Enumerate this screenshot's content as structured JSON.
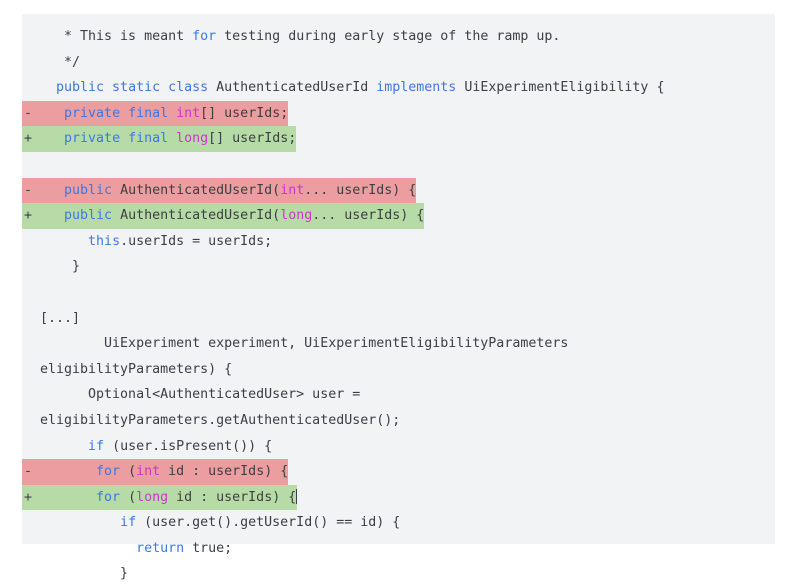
{
  "view": {
    "kind": "code-diff-snippet",
    "language": "java",
    "background_color": "#ffffff",
    "block_background_color": "#f1f3f4",
    "text_color": "#3c4043",
    "keyword_color": "#3b78e7",
    "type_color": "#d033d0",
    "deleted_line_color": "#eb9da0",
    "added_line_color": "#b6dba7"
  },
  "code": {
    "lines": [
      {
        "marker": "",
        "kind": "context",
        "text": "   * This is meant for testing during early stage of the ramp up.",
        "tokens": [
          {
            "t": "   * This is meant ",
            "c": "plain"
          },
          {
            "t": "for",
            "c": "kw"
          },
          {
            "t": " testing during early stage of the ramp up.",
            "c": "plain"
          }
        ]
      },
      {
        "marker": "",
        "kind": "context",
        "text": "   */",
        "tokens": [
          {
            "t": "   */",
            "c": "plain"
          }
        ]
      },
      {
        "marker": "",
        "kind": "context",
        "text": "  public static class AuthenticatedUserId implements UiExperimentEligibility {",
        "tokens": [
          {
            "t": "  ",
            "c": "plain"
          },
          {
            "t": "public static class",
            "c": "kw"
          },
          {
            "t": " AuthenticatedUserId ",
            "c": "plain"
          },
          {
            "t": "implements",
            "c": "kw"
          },
          {
            "t": " UiExperimentEligibility {",
            "c": "plain"
          }
        ]
      },
      {
        "marker": "-",
        "kind": "deleted",
        "text": "    private final int[] userIds;",
        "tokens": [
          {
            "t": "    ",
            "c": "plain"
          },
          {
            "t": "private final",
            "c": "kw"
          },
          {
            "t": " ",
            "c": "plain"
          },
          {
            "t": "int",
            "c": "type"
          },
          {
            "t": "[] userIds;",
            "c": "plain"
          }
        ]
      },
      {
        "marker": "+",
        "kind": "added",
        "text": "    private final long[] userIds;",
        "tokens": [
          {
            "t": "    ",
            "c": "plain"
          },
          {
            "t": "private final",
            "c": "kw"
          },
          {
            "t": " ",
            "c": "plain"
          },
          {
            "t": "long",
            "c": "type"
          },
          {
            "t": "[] userIds;",
            "c": "plain"
          }
        ]
      },
      {
        "marker": "",
        "kind": "blank",
        "text": "",
        "tokens": [
          {
            "t": "",
            "c": "plain"
          }
        ]
      },
      {
        "marker": "-",
        "kind": "deleted",
        "text": "    public AuthenticatedUserId(int... userIds) {",
        "tokens": [
          {
            "t": "    ",
            "c": "plain"
          },
          {
            "t": "public",
            "c": "kw"
          },
          {
            "t": " AuthenticatedUserId(",
            "c": "plain"
          },
          {
            "t": "int",
            "c": "type"
          },
          {
            "t": "... userIds) {",
            "c": "plain"
          }
        ]
      },
      {
        "marker": "+",
        "kind": "added",
        "text": "    public AuthenticatedUserId(long... userIds) {",
        "tokens": [
          {
            "t": "    ",
            "c": "plain"
          },
          {
            "t": "public",
            "c": "kw"
          },
          {
            "t": " AuthenticatedUserId(",
            "c": "plain"
          },
          {
            "t": "long",
            "c": "type"
          },
          {
            "t": "... userIds) {",
            "c": "plain"
          }
        ]
      },
      {
        "marker": "",
        "kind": "context",
        "text": "      this.userIds = userIds;",
        "tokens": [
          {
            "t": "      ",
            "c": "plain"
          },
          {
            "t": "this",
            "c": "kw"
          },
          {
            "t": ".userIds = userIds;",
            "c": "plain"
          }
        ]
      },
      {
        "marker": "",
        "kind": "context",
        "text": "    }",
        "tokens": [
          {
            "t": "    }",
            "c": "plain"
          }
        ]
      },
      {
        "marker": "",
        "kind": "blank",
        "text": "",
        "tokens": [
          {
            "t": "",
            "c": "plain"
          }
        ]
      },
      {
        "marker": "",
        "kind": "context",
        "text": "[...]",
        "tokens": [
          {
            "t": "[...]",
            "c": "plain"
          }
        ]
      },
      {
        "marker": "",
        "kind": "context",
        "text": "        UiExperiment experiment, UiExperimentEligibilityParameters",
        "tokens": [
          {
            "t": "        UiExperiment experiment, UiExperimentEligibilityParameters",
            "c": "plain"
          }
        ]
      },
      {
        "marker": "",
        "kind": "context-wrapped",
        "text": "eligibilityParameters) {",
        "tokens": [
          {
            "t": "eligibilityParameters) {",
            "c": "plain"
          }
        ]
      },
      {
        "marker": "",
        "kind": "context",
        "text": "      Optional<AuthenticatedUser> user =",
        "tokens": [
          {
            "t": "      Optional<AuthenticatedUser> user =",
            "c": "plain"
          }
        ]
      },
      {
        "marker": "",
        "kind": "context-wrapped",
        "text": "eligibilityParameters.getAuthenticatedUser();",
        "tokens": [
          {
            "t": "eligibilityParameters.getAuthenticatedUser();",
            "c": "plain"
          }
        ]
      },
      {
        "marker": "",
        "kind": "context",
        "text": "      if (user.isPresent()) {",
        "tokens": [
          {
            "t": "      ",
            "c": "plain"
          },
          {
            "t": "if",
            "c": "kw"
          },
          {
            "t": " (user.isPresent()) {",
            "c": "plain"
          }
        ]
      },
      {
        "marker": "-",
        "kind": "deleted",
        "text": "        for (int id : userIds) {",
        "tokens": [
          {
            "t": "        ",
            "c": "plain"
          },
          {
            "t": "for",
            "c": "kw"
          },
          {
            "t": " (",
            "c": "plain"
          },
          {
            "t": "int",
            "c": "type"
          },
          {
            "t": " id : userIds) {",
            "c": "plain"
          }
        ]
      },
      {
        "marker": "+",
        "kind": "added",
        "caret_after": true,
        "text": "        for (long id : userIds) {",
        "tokens": [
          {
            "t": "        ",
            "c": "plain"
          },
          {
            "t": "for",
            "c": "kw"
          },
          {
            "t": " (",
            "c": "plain"
          },
          {
            "t": "long",
            "c": "type"
          },
          {
            "t": " id : userIds) {",
            "c": "plain"
          }
        ]
      },
      {
        "marker": "",
        "kind": "context",
        "text": "          if (user.get().getUserId() == id) {",
        "tokens": [
          {
            "t": "          ",
            "c": "plain"
          },
          {
            "t": "if",
            "c": "kw"
          },
          {
            "t": " (user.get().getUserId() == id) {",
            "c": "plain"
          }
        ]
      },
      {
        "marker": "",
        "kind": "context",
        "text": "            return true;",
        "tokens": [
          {
            "t": "            ",
            "c": "plain"
          },
          {
            "t": "return",
            "c": "kw"
          },
          {
            "t": " true;",
            "c": "plain"
          }
        ]
      },
      {
        "marker": "",
        "kind": "context",
        "text": "          }",
        "tokens": [
          {
            "t": "          }",
            "c": "plain"
          }
        ]
      }
    ]
  }
}
